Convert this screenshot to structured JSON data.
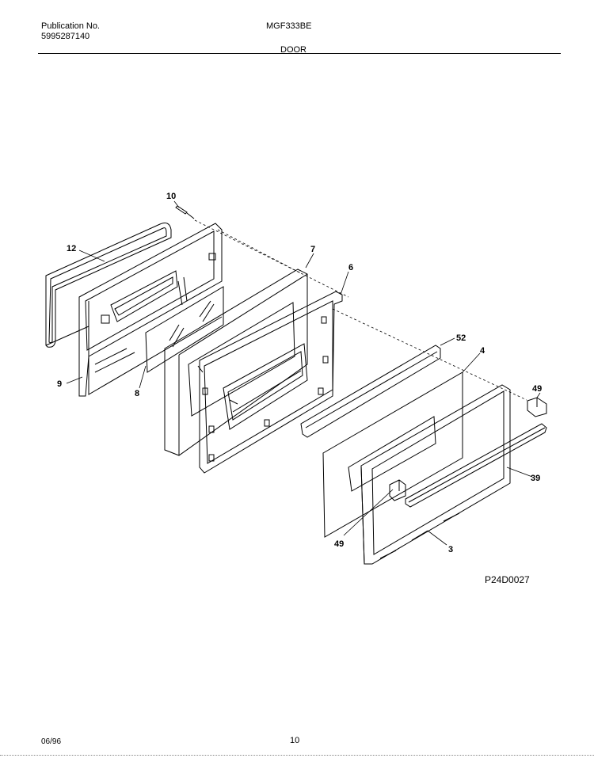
{
  "header": {
    "publication_label": "Publication No.",
    "publication_number": "5995287140",
    "model": "MGF333BE",
    "section": "DOOR"
  },
  "diagram": {
    "code": "P24D0027",
    "callouts": {
      "c10": "10",
      "c12": "12",
      "c7": "7",
      "c6": "6",
      "c9": "9",
      "c8": "8",
      "c52": "52",
      "c4": "4",
      "c49a": "49",
      "c39": "39",
      "c49b": "49",
      "c3": "3"
    }
  },
  "footer": {
    "date": "06/96",
    "page": "10"
  }
}
